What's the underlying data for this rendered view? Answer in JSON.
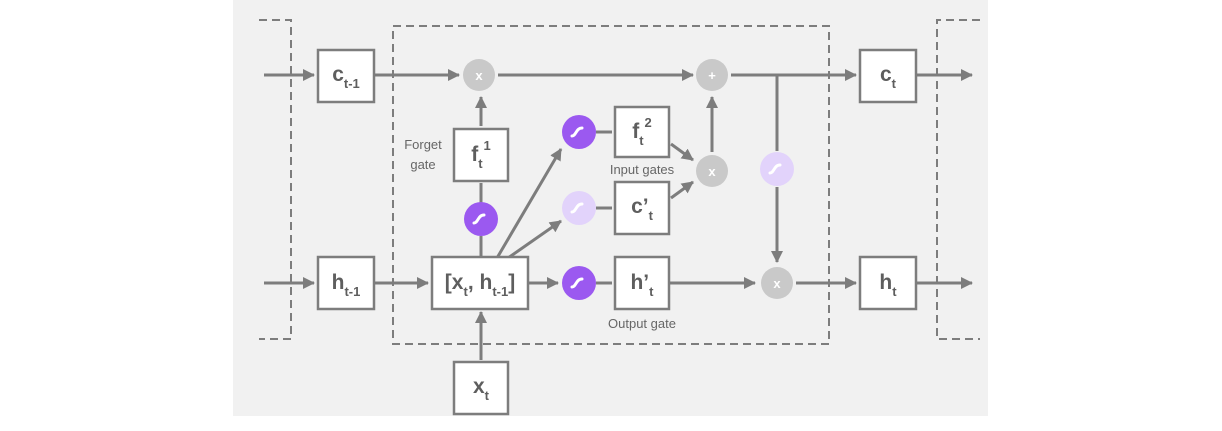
{
  "colors": {
    "line": "#7d7d7d",
    "panel": "#f1f1f1",
    "sigmoid_strong": "#9b59f0",
    "sigmoid_faint": "#e2d3fb",
    "op": "#c9c9c9"
  },
  "boxes": {
    "c_prev": {
      "base": "c",
      "sub": "t-1"
    },
    "h_prev": {
      "base": "h",
      "sub": "t-1"
    },
    "f1": {
      "base": "f",
      "sub": "t",
      "sup": "1"
    },
    "f2": {
      "base": "f",
      "sub": "t",
      "sup": "2"
    },
    "c_cand": {
      "base": "c’",
      "sub": "t"
    },
    "concat": {
      "open": "[x",
      "sub1": "t",
      "mid": ", h",
      "sub2": "t-1",
      "close": "]"
    },
    "h_cand": {
      "base": "h’",
      "sub": "t"
    },
    "x_t": {
      "base": "x",
      "sub": "t"
    },
    "c_t": {
      "base": "c",
      "sub": "t"
    },
    "h_t": {
      "base": "h",
      "sub": "t"
    }
  },
  "ops": {
    "multiply": "x",
    "add": "+"
  },
  "captions": {
    "forget_line1": "Forget",
    "forget_line2": "gate",
    "input": "Input gates",
    "output": "Output gate"
  }
}
